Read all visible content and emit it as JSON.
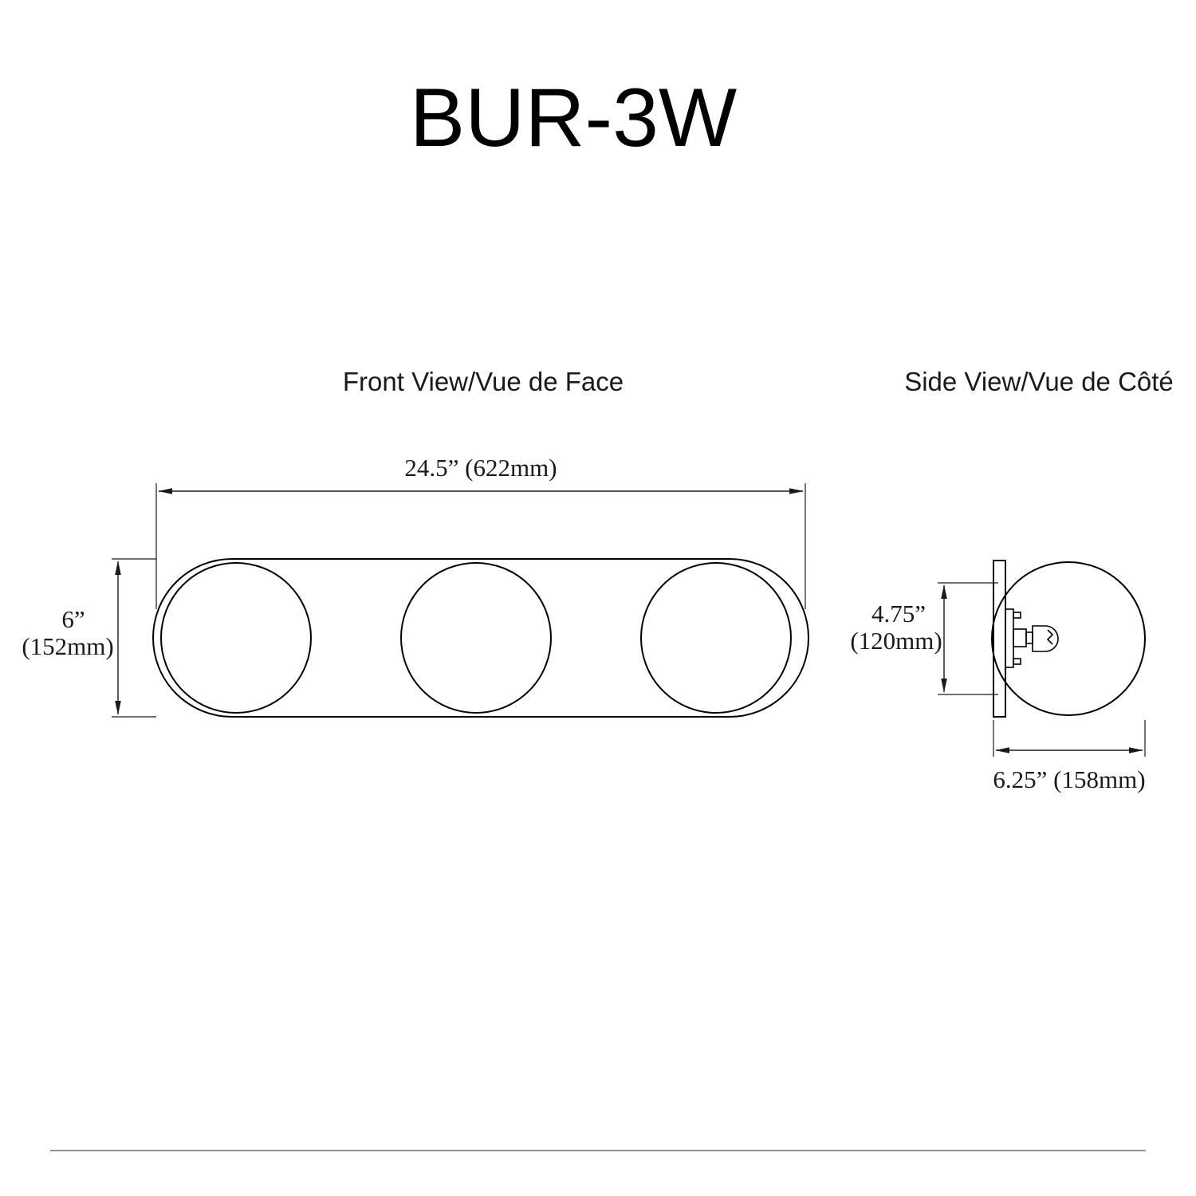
{
  "title": "BUR-3W",
  "front_view": {
    "label": "Front View/Vue de Face",
    "width_dimension": "24.5” (622mm)",
    "height_dimension": {
      "line1": "6”",
      "line2": "(152mm)"
    }
  },
  "side_view": {
    "label": "Side View/Vue de Côté",
    "height_dimension": {
      "line1": "4.75”",
      "line2": "(120mm)"
    },
    "depth_dimension": "6.25” (158mm)"
  }
}
